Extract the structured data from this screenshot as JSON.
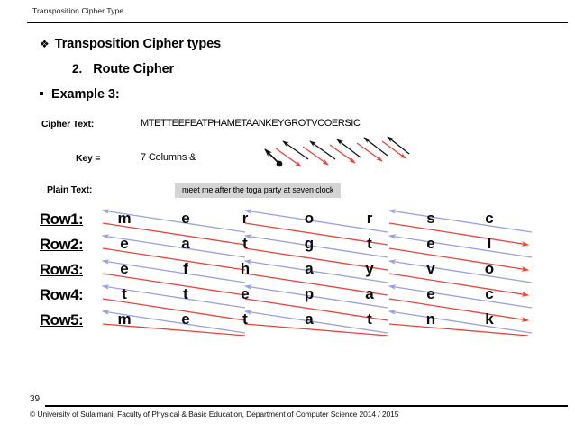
{
  "slide": {
    "header_title": "Transposition Cipher Type",
    "page_number": "39",
    "footer_credit": "© University of Sulaimani, Faculty of Physical & Basic Education, Department of Computer Science  2014 / 2015"
  },
  "headings": {
    "main_bullet_glyph": "❖",
    "main": "Transposition Cipher types",
    "sub_index": "2.",
    "sub": "Route Cipher",
    "example": "Example 3:"
  },
  "fields": {
    "cipher_text_label": "Cipher Text:",
    "cipher_text_value": "MTETTEEFEATPHAMETAANKEYGROTVCOERSIC",
    "key_label": "Key =",
    "key_value": "7 Columns  &",
    "plain_text_label": "Plain Text:",
    "plain_text_value": "meet me after the toga party at seven clock"
  },
  "grid": {
    "row_labels": [
      "Row1:",
      "Row2:",
      "Row3:",
      "Row4:",
      "Row5:"
    ],
    "columns": 7,
    "rows": [
      [
        "m",
        "e",
        "r",
        "o",
        "r",
        "s",
        "c"
      ],
      [
        "e",
        "a",
        "t",
        "g",
        "t",
        "e",
        "l"
      ],
      [
        "e",
        "f",
        "h",
        "a",
        "y",
        "v",
        "o"
      ],
      [
        "t",
        "t",
        "e",
        "p",
        "a",
        "e",
        "c"
      ],
      [
        "m",
        "e",
        "t",
        "a",
        "t",
        "n",
        "k"
      ]
    ]
  },
  "route_legend": {
    "description": "zigzag route arrows",
    "black_arrow_count": 5,
    "red_arrow_count": 5,
    "black_direction": "up-left",
    "red_direction": "down-right"
  },
  "colors": {
    "red_arrow": "#e8443a",
    "blue_arrow": "#9aa0e0",
    "black_arrow": "#111111",
    "plain_text_background": "#d4d4d4",
    "text": "#000000"
  }
}
